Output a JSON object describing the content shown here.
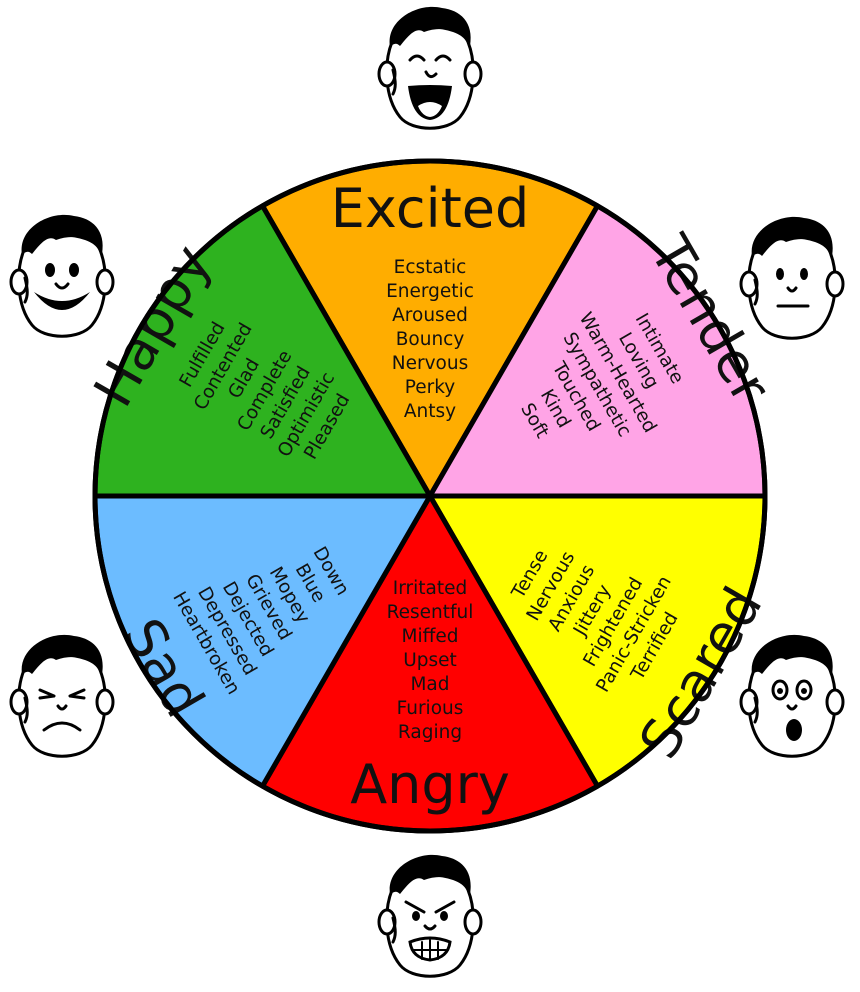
{
  "wheel": {
    "segments": [
      {
        "id": "excited",
        "title": "Excited",
        "color": "#ffad00",
        "face": "laughing",
        "words": [
          "Ecstatic",
          "Energetic",
          "Aroused",
          "Bouncy",
          "Nervous",
          "Perky",
          "Antsy"
        ]
      },
      {
        "id": "tender",
        "title": "Tender",
        "color": "#ffa4e6",
        "face": "neutral",
        "words": [
          "Intimate",
          "Loving",
          "Warm-Hearted",
          "Sympathetic",
          "Touched",
          "Kind",
          "Soft"
        ]
      },
      {
        "id": "scared",
        "title": "Scared",
        "color": "#ffff00",
        "face": "shocked",
        "words": [
          "Tense",
          "Nervous",
          "Anxious",
          "Jittery",
          "Frightened",
          "Panic-Stricken",
          "Terrified"
        ]
      },
      {
        "id": "angry",
        "title": "Angry",
        "color": "#ff0000",
        "face": "angry",
        "words": [
          "Irritated",
          "Resentful",
          "Miffed",
          "Upset",
          "Mad",
          "Furious",
          "Raging"
        ]
      },
      {
        "id": "sad",
        "title": "Sad",
        "color": "#6cbcff",
        "face": "sad",
        "words": [
          "Down",
          "Blue",
          "Mopey",
          "Grieved",
          "Dejected",
          "Depressed",
          "Heartbroken"
        ]
      },
      {
        "id": "happy",
        "title": "Happy",
        "color": "#2eb21f",
        "face": "smiling",
        "words": [
          "Fulfilled",
          "Contented",
          "Glad",
          "Complete",
          "Satisfied",
          "Optimistic",
          "Pleased"
        ]
      }
    ]
  }
}
